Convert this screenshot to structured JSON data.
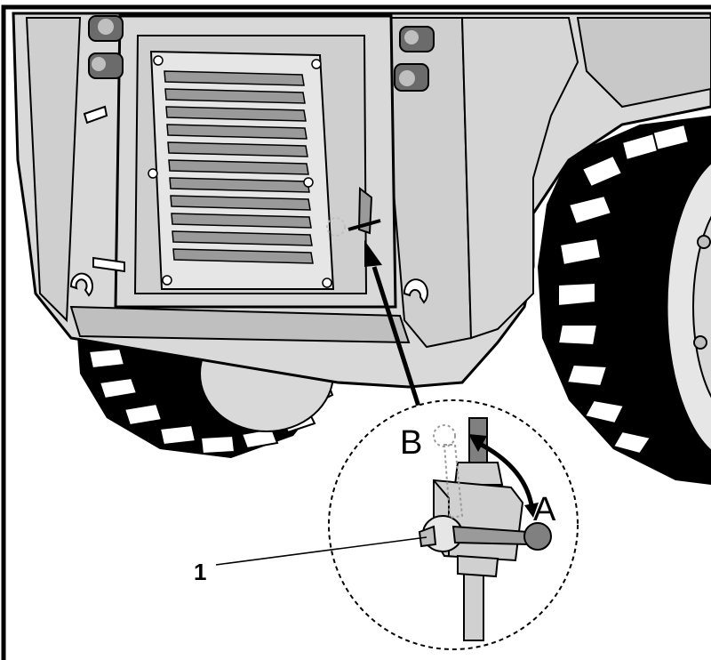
{
  "labels": {
    "position_b": "B",
    "position_a": "A",
    "callout_1": "1"
  },
  "colors": {
    "body_panel": "#d9d9d9",
    "body_panel_dark": "#bfbfbf",
    "louver_dark": "#9a9a9a",
    "tire": "#000000",
    "rim": "#e6e6e6",
    "outline": "#000000",
    "valve_body": "#d0d0d0",
    "valve_knob": "#808080"
  },
  "icons": {
    "lights": "round-lamp-icon",
    "valve": "drain-valve-icon",
    "rotation_arrow": "curved-double-arrow-icon",
    "pointer_arrow": "straight-arrow-icon"
  }
}
